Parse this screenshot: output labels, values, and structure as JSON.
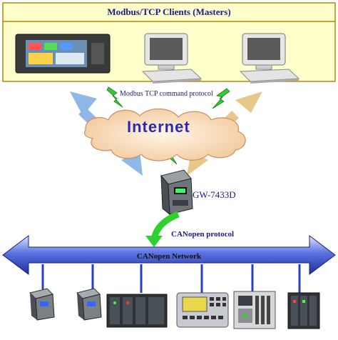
{
  "header": {
    "title": "Modbus/TCP Clients (Masters)"
  },
  "link": {
    "command_label": "Modbus TCP command protocol"
  },
  "cloud": {
    "label": "Internet"
  },
  "gateway": {
    "label": "GW-7433D"
  },
  "bus": {
    "protocol_label": "CANopen protocol",
    "network_label": "CANopen Network"
  },
  "colors": {
    "panel": "#ffffcc",
    "panel_border": "#b8860b",
    "arrow_blue": "#8fb8e8",
    "arrow_tan": "#e8c88a",
    "bus_fill": "#3a52c8",
    "lightning": "#33cc33"
  }
}
